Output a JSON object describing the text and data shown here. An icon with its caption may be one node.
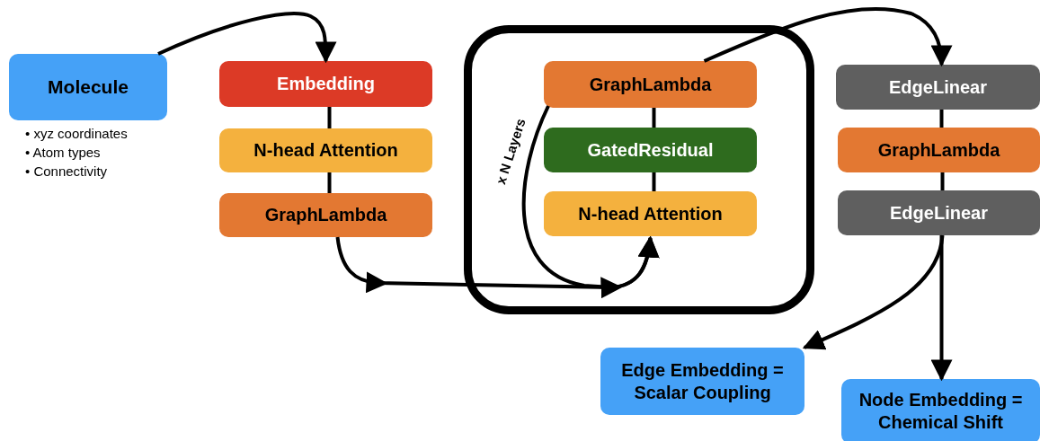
{
  "diagram": {
    "nodes": [
      {
        "text": [
          "Molecule"
        ],
        "beside": [
          "• xyz coordinates",
          "• Atom types",
          "• Connectivity"
        ]
      },
      {
        "text": [
          "Embedding"
        ]
      },
      {
        "text": [
          "N-head Attention"
        ]
      },
      {
        "text": [
          "GraphLambda"
        ]
      },
      {
        "text": [],
        "shape": "box"
      },
      {
        "text": [
          "GraphLambda"
        ],
        "in": 4
      },
      {
        "text": [
          "GatedResidual"
        ],
        "in": 4
      },
      {
        "text": [
          "N-head Attention"
        ],
        "in": 4
      },
      {
        "text": [
          "EdgeLinear"
        ]
      },
      {
        "text": [
          "GraphLambda"
        ]
      },
      {
        "text": [
          "EdgeLinear"
        ]
      },
      {
        "text": [
          "Edge Embedding = Scalar Coupling"
        ]
      },
      {
        "text": [
          "Node Embedding = Chemical Shift"
        ]
      }
    ],
    "edges": [
      {
        "from": 0,
        "to": 1,
        "arrow": "to"
      },
      {
        "from": 1,
        "to": 2,
        "arrow": "none"
      },
      {
        "from": 2,
        "to": 3,
        "arrow": "none"
      },
      {
        "from": 3,
        "to": 7,
        "arrow": "to"
      },
      {
        "from": 5,
        "to": 7,
        "arrow": "to",
        "label": "x N Layers"
      },
      {
        "from": 5,
        "to": 6,
        "arrow": "none"
      },
      {
        "from": 6,
        "to": 7,
        "arrow": "none"
      },
      {
        "from": 5,
        "to": 8,
        "arrow": "to"
      },
      {
        "from": 8,
        "to": 9,
        "arrow": "none"
      },
      {
        "from": 9,
        "to": 10,
        "arrow": "none"
      },
      {
        "from": 10,
        "to": 11,
        "arrow": "to"
      },
      {
        "from": 10,
        "to": 12,
        "arrow": "to"
      }
    ]
  }
}
